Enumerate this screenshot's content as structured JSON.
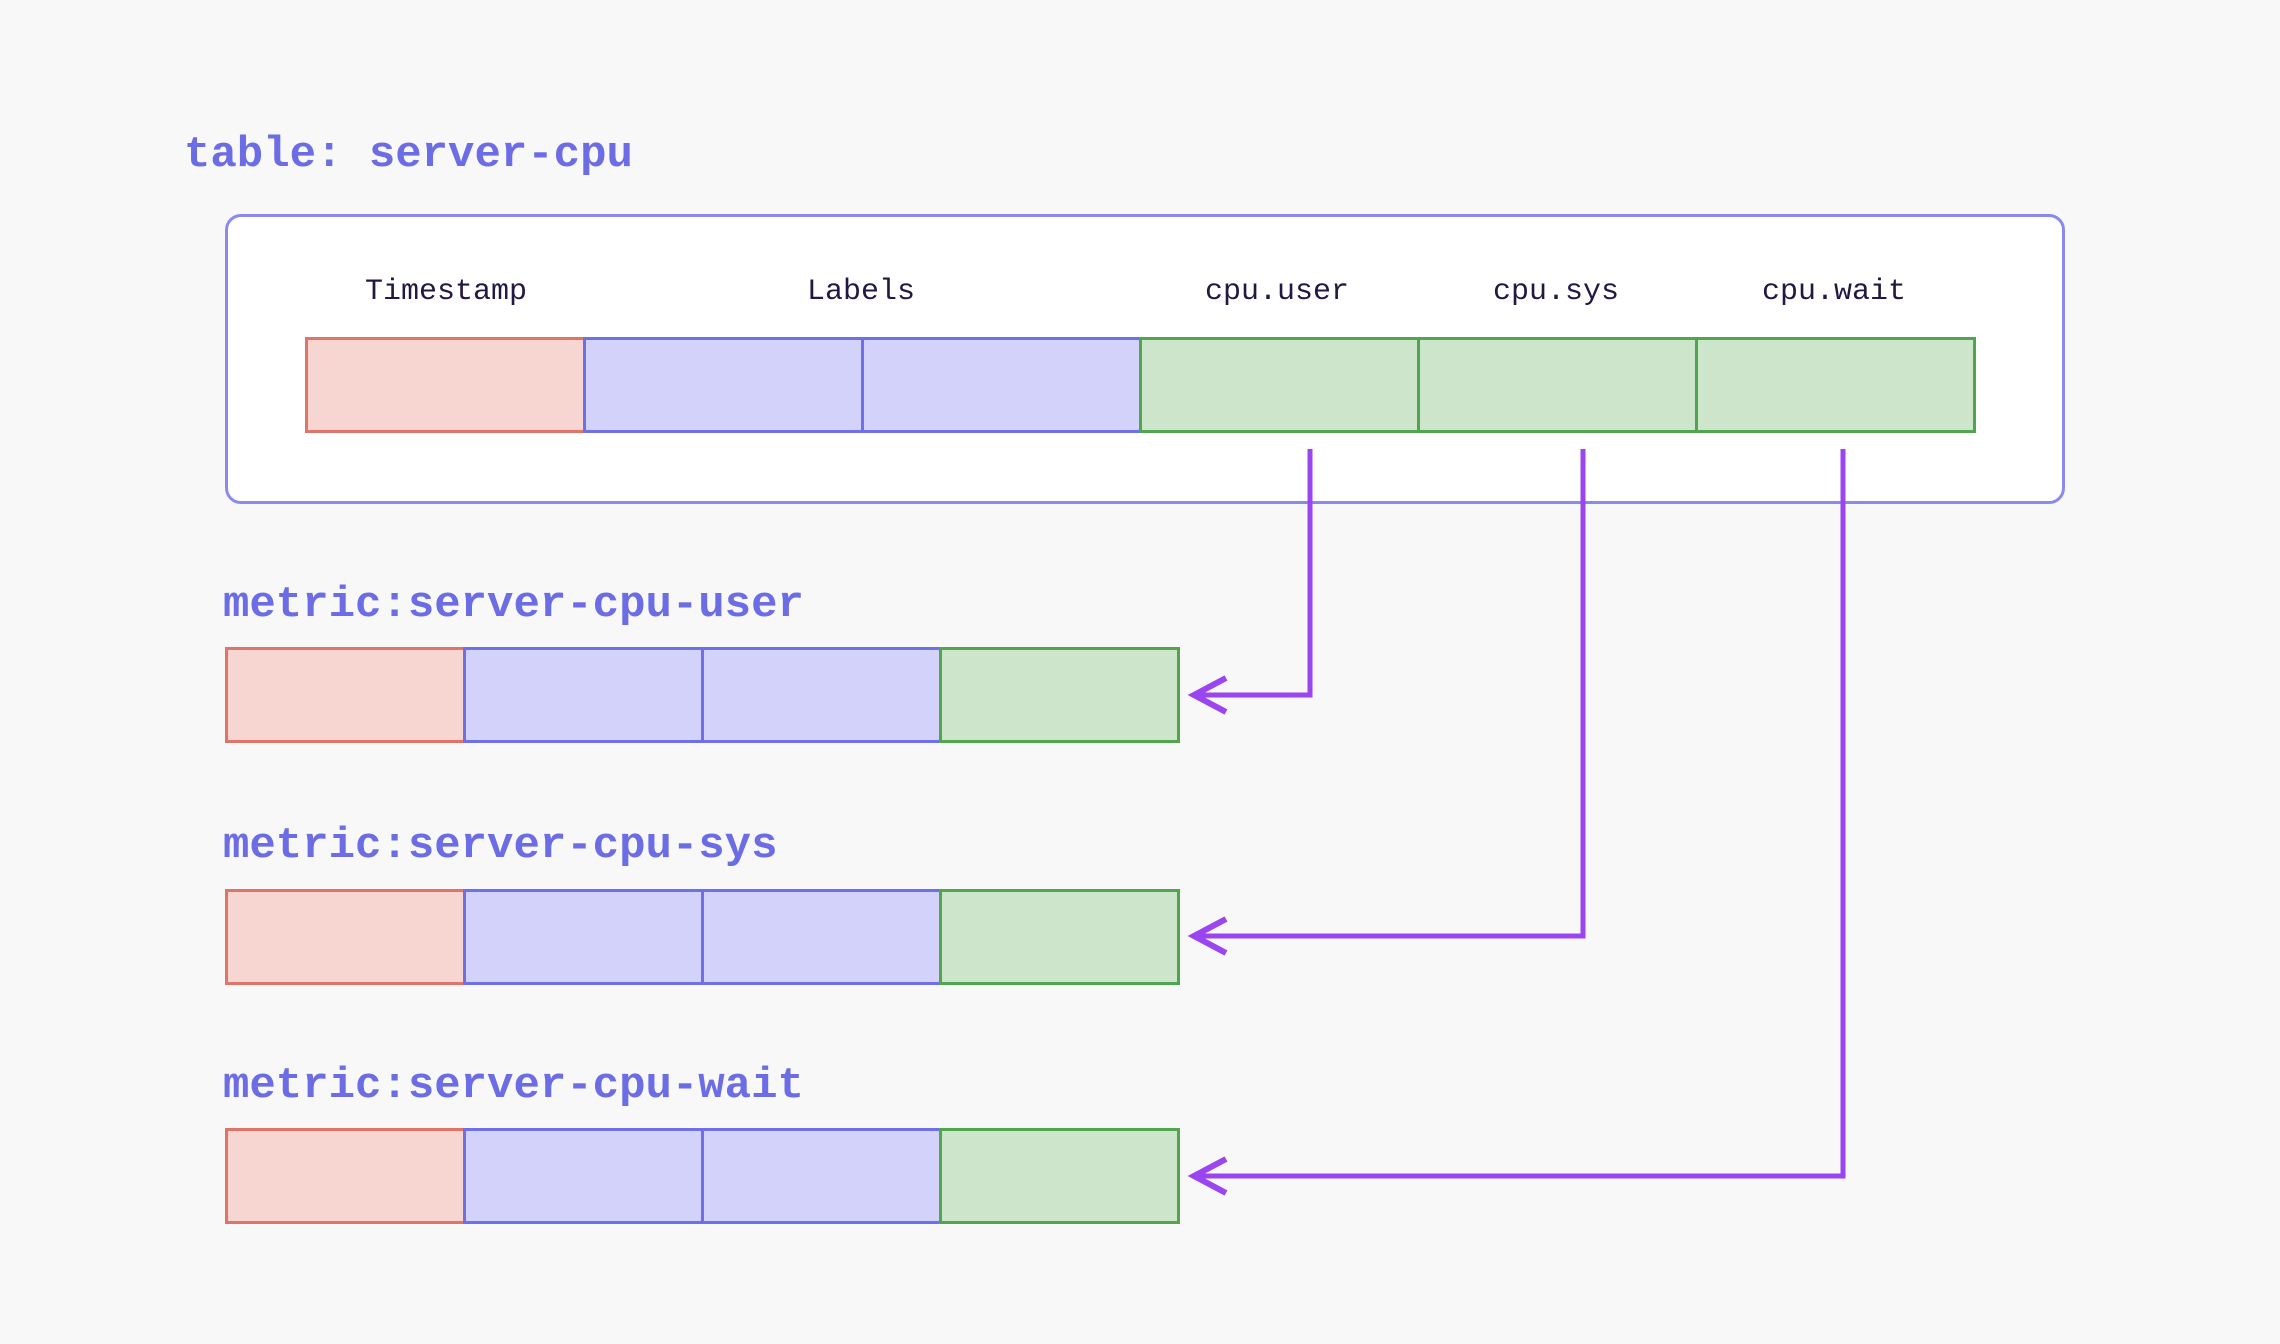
{
  "diagram": {
    "title": "table: server-cpu",
    "table": {
      "name": "server-cpu",
      "columns": [
        {
          "label": "Timestamp",
          "kind": "timestamp",
          "cells": 1
        },
        {
          "label": "Labels",
          "kind": "label",
          "cells": 2
        },
        {
          "label": "cpu.user",
          "kind": "field",
          "cells": 1
        },
        {
          "label": "cpu.sys",
          "kind": "field",
          "cells": 1
        },
        {
          "label": "cpu.wait",
          "kind": "field",
          "cells": 1
        }
      ]
    },
    "metrics": [
      {
        "label": "metric:server-cpu-user",
        "source_column": "cpu.user"
      },
      {
        "label": "metric:server-cpu-sys",
        "source_column": "cpu.sys"
      },
      {
        "label": "metric:server-cpu-wait",
        "source_column": "cpu.wait"
      }
    ],
    "colors": {
      "background": "#f8f8f8",
      "container_background": "#ffffff",
      "container_border": "#8a8aee",
      "title_text": "#6c6ce5",
      "header_text": "#241744",
      "timestamp_cell_fill": "#f7d5d1",
      "timestamp_cell_border": "#e0746b",
      "label_cell_fill": "#d2d2fa",
      "label_cell_border": "#6f6fe8",
      "field_cell_fill": "#cce5cb",
      "field_cell_border": "#4fa64f",
      "arrow": "#9b45f0"
    }
  }
}
